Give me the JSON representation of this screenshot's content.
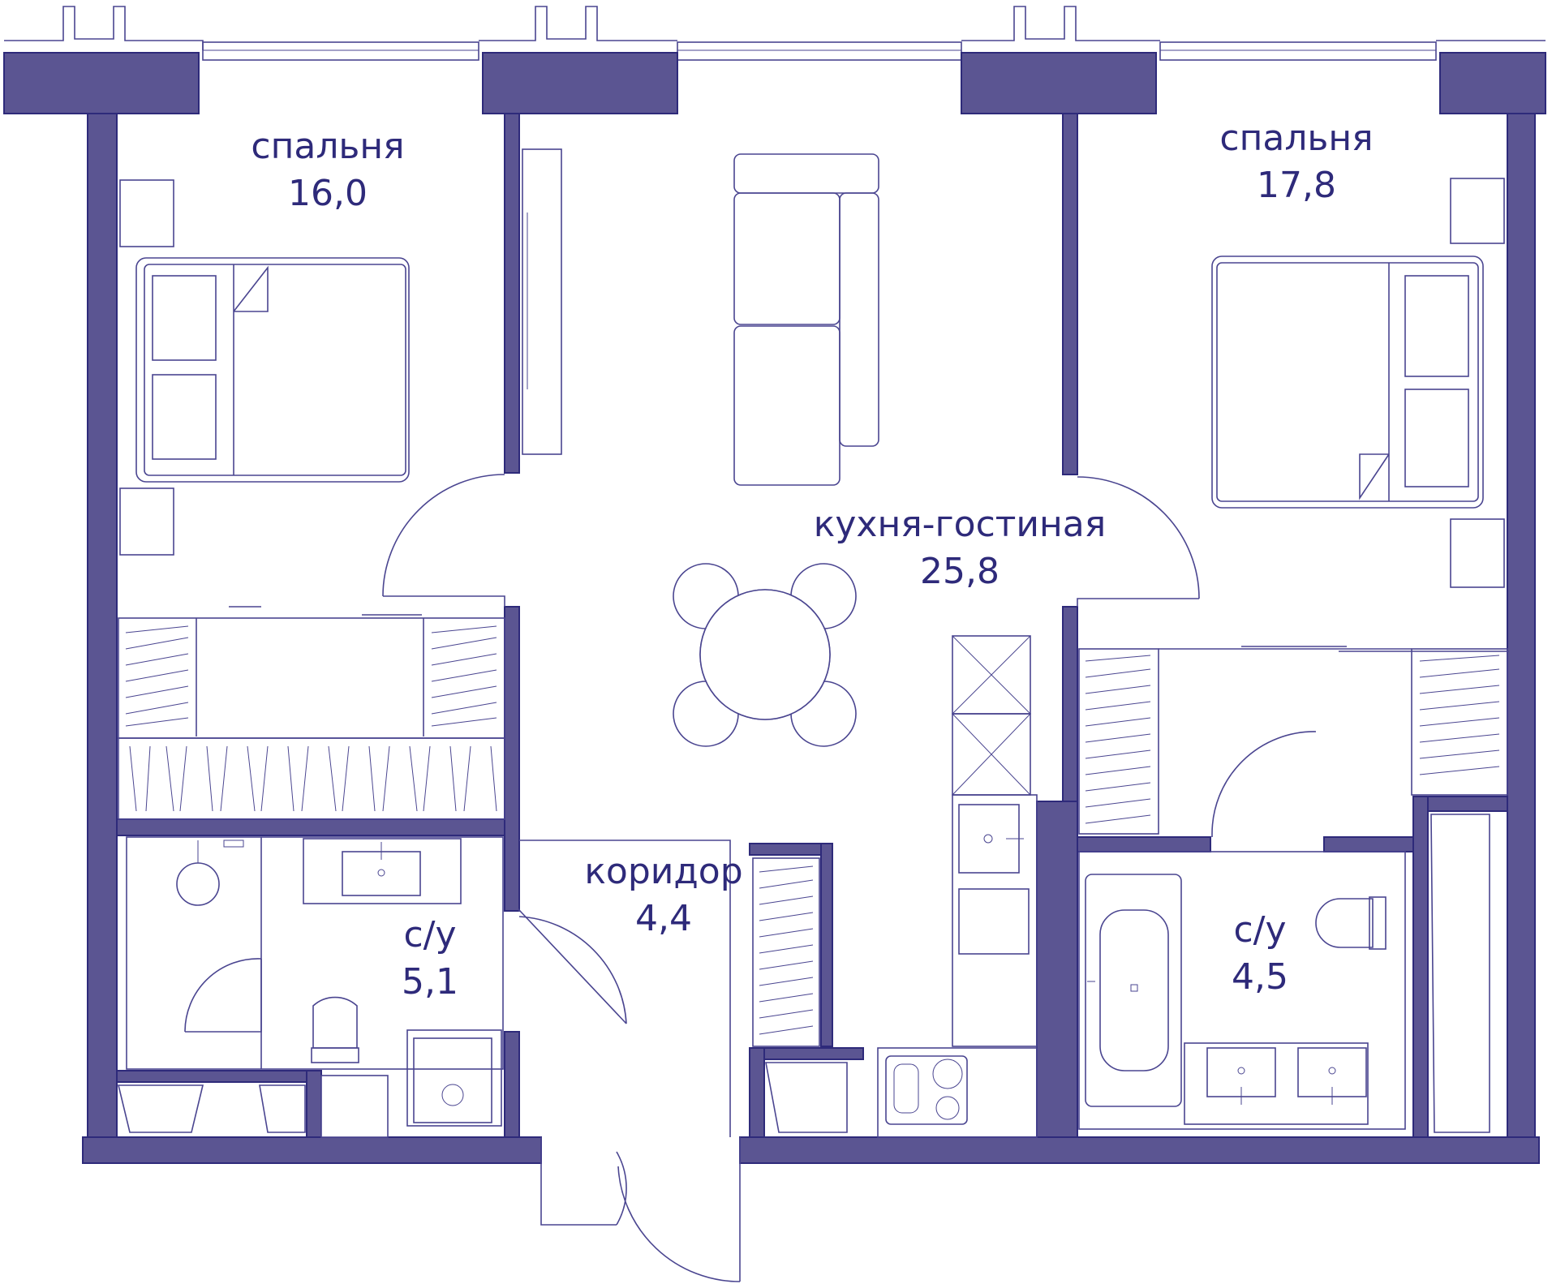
{
  "colors": {
    "wall": "#5b5592",
    "wall_edge": "#2e2a7a",
    "line": "#4a4590",
    "text": "#2e2a7a",
    "background": "#ffffff"
  },
  "rooms": {
    "bedroom_left": {
      "name": "спальня",
      "area": "16,0"
    },
    "bedroom_right": {
      "name": "спальня",
      "area": "17,8"
    },
    "living": {
      "name": "кухня-гостиная",
      "area": "25,8"
    },
    "corridor": {
      "name": "коридор",
      "area": "4,4"
    },
    "bath_left": {
      "name": "с/у",
      "area": "5,1"
    },
    "bath_right": {
      "name": "с/у",
      "area": "4,5"
    }
  }
}
